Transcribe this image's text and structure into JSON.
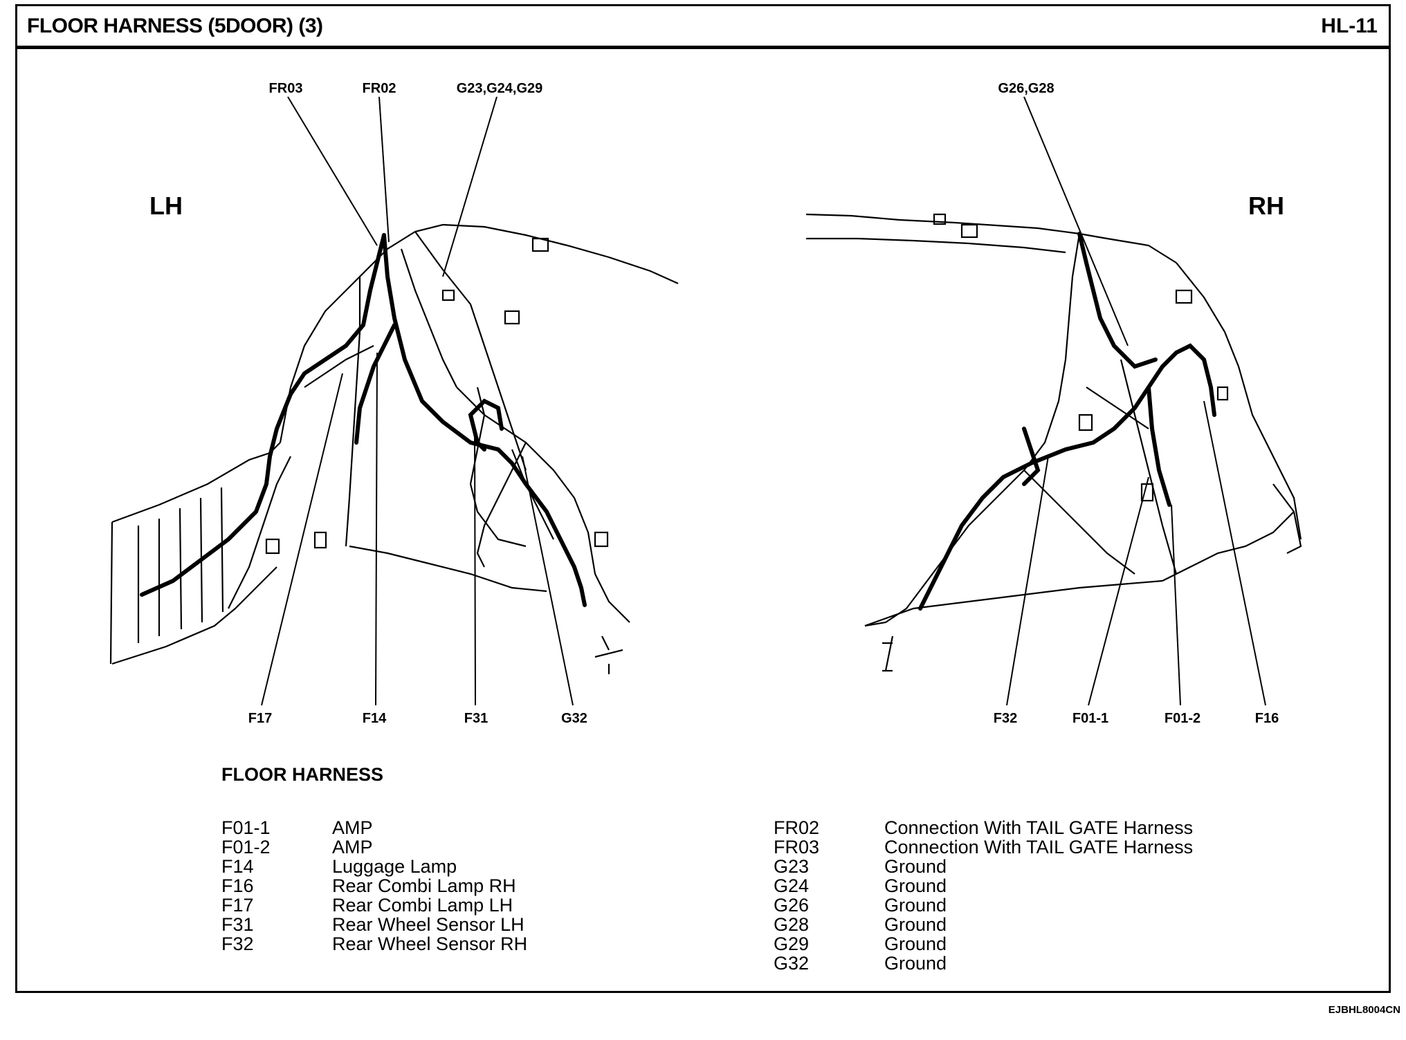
{
  "header": {
    "title": "FLOOR HARNESS (5DOOR) (3)",
    "page_code": "HL-11"
  },
  "views": {
    "lh": {
      "side_label": "LH",
      "top_callouts": [
        "FR03",
        "FR02",
        "G23,G24,G29"
      ],
      "bottom_callouts": [
        "F17",
        "F14",
        "F31",
        "G32"
      ]
    },
    "rh": {
      "side_label": "RH",
      "top_callouts": [
        "G26,G28"
      ],
      "bottom_callouts": [
        "F32",
        "F01-1",
        "F01-2",
        "F16"
      ]
    }
  },
  "legend": {
    "heading": "FLOOR HARNESS",
    "left": [
      {
        "code": "F01-1",
        "desc": "AMP"
      },
      {
        "code": "F01-2",
        "desc": "AMP"
      },
      {
        "code": "F14",
        "desc": "Luggage Lamp"
      },
      {
        "code": "F16",
        "desc": "Rear Combi Lamp RH"
      },
      {
        "code": "F17",
        "desc": "Rear Combi Lamp LH"
      },
      {
        "code": "F31",
        "desc": "Rear Wheel Sensor LH"
      },
      {
        "code": "F32",
        "desc": "Rear Wheel Sensor RH"
      }
    ],
    "right": [
      {
        "code": "FR02",
        "desc": "Connection With TAIL GATE Harness"
      },
      {
        "code": "FR03",
        "desc": "Connection With TAIL GATE Harness"
      },
      {
        "code": "G23",
        "desc": "Ground"
      },
      {
        "code": "G24",
        "desc": "Ground"
      },
      {
        "code": "G26",
        "desc": "Ground"
      },
      {
        "code": "G28",
        "desc": "Ground"
      },
      {
        "code": "G29",
        "desc": "Ground"
      },
      {
        "code": "G32",
        "desc": "Ground"
      }
    ]
  },
  "doc_id": "EJBHL8004CN"
}
